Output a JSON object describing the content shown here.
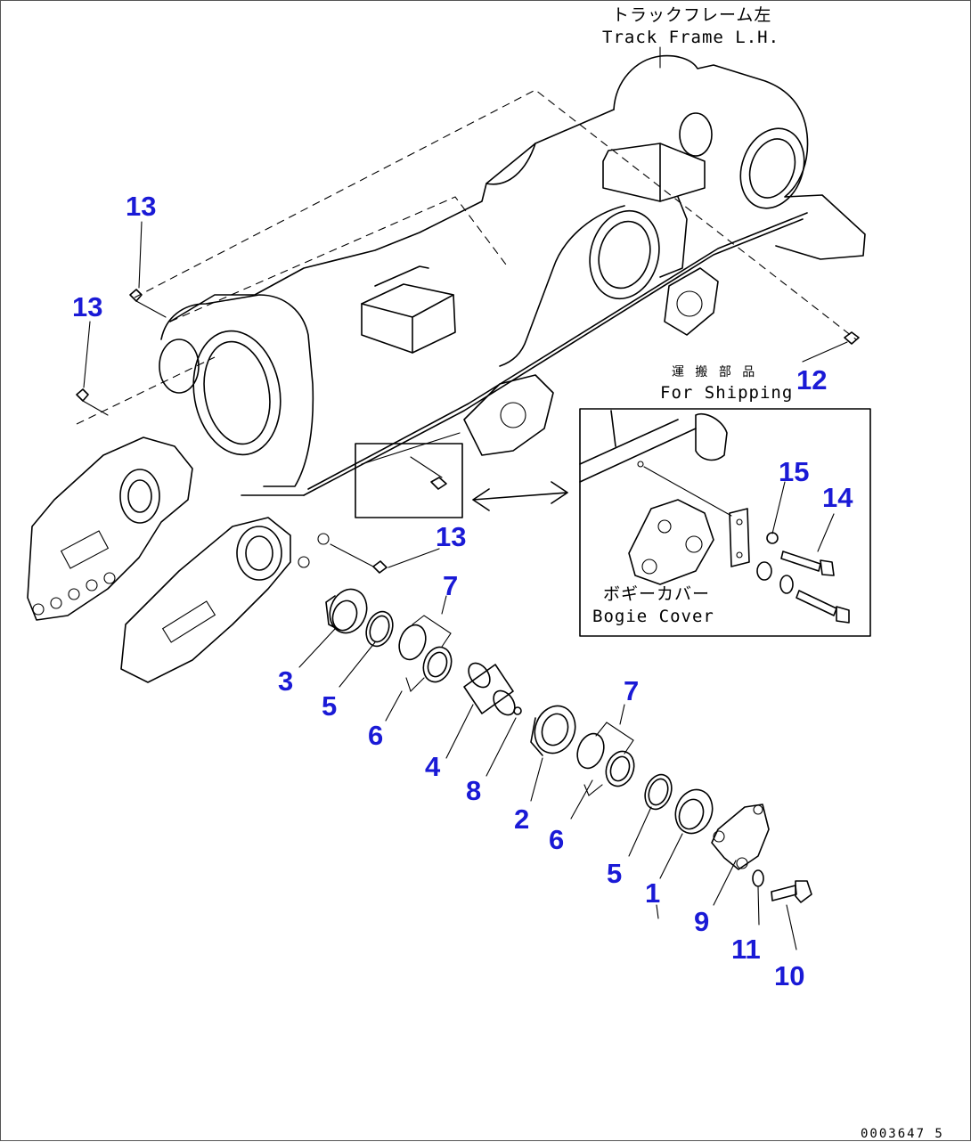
{
  "title_jp": "トラックフレーム左",
  "title_en": "Track Frame L.H.",
  "shipping_jp": "運 搬 部 品",
  "shipping_en": "For Shipping",
  "bogie_jp": "ボギーカバー",
  "bogie_en": "Bogie Cover",
  "code": "0003647 5",
  "callouts": {
    "c13a": "13",
    "c13b": "13",
    "c13c": "13",
    "c12": "12",
    "c15": "15",
    "c14": "14",
    "c7a": "7",
    "c7b": "7",
    "c3": "3",
    "c5a": "5",
    "c6a": "6",
    "c4": "4",
    "c8": "8",
    "c2": "2",
    "c6b": "6",
    "c5b": "5",
    "c1": "1",
    "c9": "9",
    "c11": "11",
    "c10": "10"
  },
  "colors": {
    "callout": "#1a1ad6",
    "line": "#000000"
  }
}
